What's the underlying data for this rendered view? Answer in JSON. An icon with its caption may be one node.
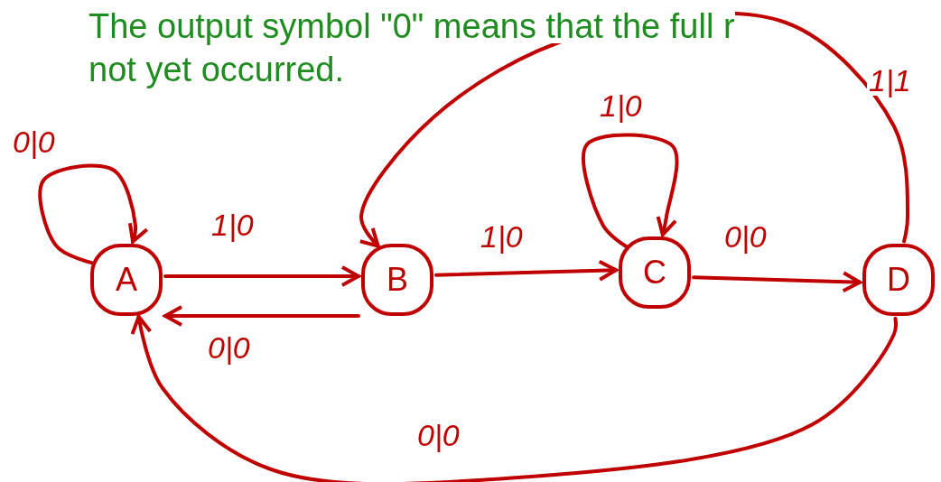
{
  "diagram": {
    "nodes": [
      {
        "text": [
          "A"
        ]
      },
      {
        "text": [
          "B"
        ]
      },
      {
        "text": [
          "C"
        ]
      },
      {
        "text": [
          "D"
        ]
      }
    ],
    "edges": [
      {
        "from": 0,
        "to": 0,
        "arrow": "to",
        "label": "0|0"
      },
      {
        "from": 0,
        "to": 1,
        "arrow": "to",
        "label": "1|0"
      },
      {
        "from": 1,
        "to": 0,
        "arrow": "to",
        "label": "0|0"
      },
      {
        "from": 1,
        "to": 2,
        "arrow": "to",
        "label": "1|0"
      },
      {
        "from": 2,
        "to": 2,
        "arrow": "to",
        "label": "1|0"
      },
      {
        "from": 2,
        "to": 3,
        "arrow": "to",
        "label": "0|0"
      },
      {
        "from": 3,
        "to": 1,
        "arrow": "to",
        "label": "1|1"
      },
      {
        "from": 3,
        "to": 0,
        "arrow": "to",
        "label": "0|0"
      }
    ],
    "labels": [
      "The output symbol \"0\" means that the full r",
      "not yet occurred."
    ]
  }
}
